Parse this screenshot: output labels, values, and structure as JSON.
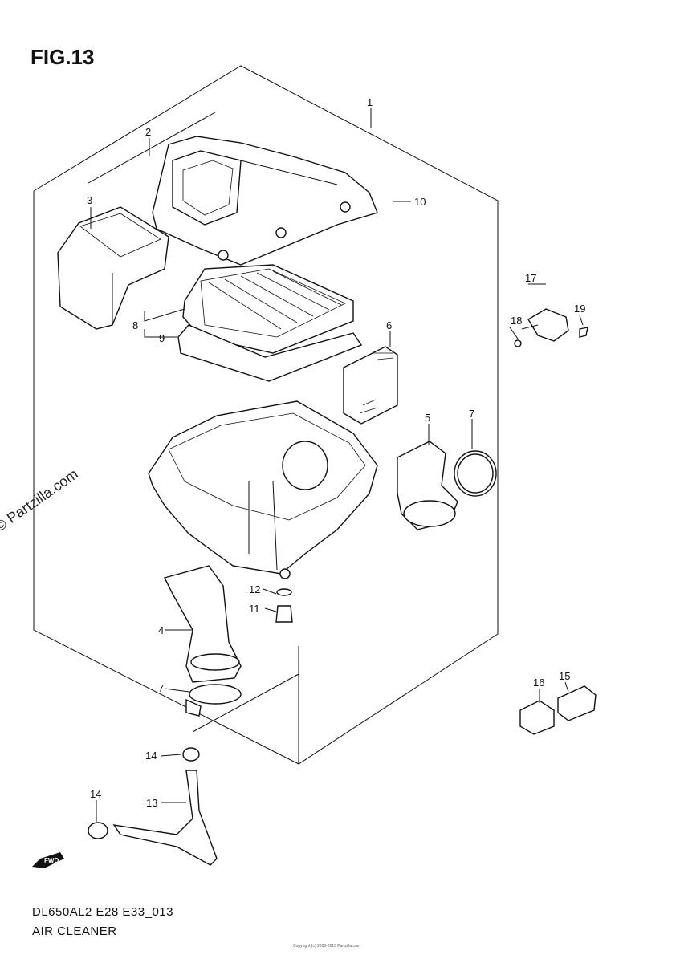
{
  "figure": {
    "title": "FIG.13"
  },
  "footer": {
    "model_code": "DL650AL2 E28 E33_013",
    "section_name": "AIR CLEANER",
    "copyright": "Copyright (c) 2003-2013 Partzilla.com"
  },
  "watermark": "© Partzilla.com",
  "fwd_label": "FWD",
  "callouts": [
    {
      "id": "c1",
      "label": "1"
    },
    {
      "id": "c2",
      "label": "2"
    },
    {
      "id": "c3",
      "label": "3"
    },
    {
      "id": "c4",
      "label": "4"
    },
    {
      "id": "c5",
      "label": "5"
    },
    {
      "id": "c6",
      "label": "6"
    },
    {
      "id": "c7a",
      "label": "7"
    },
    {
      "id": "c7b",
      "label": "7"
    },
    {
      "id": "c8",
      "label": "8"
    },
    {
      "id": "c9",
      "label": "9"
    },
    {
      "id": "c10",
      "label": "10"
    },
    {
      "id": "c11",
      "label": "11"
    },
    {
      "id": "c12",
      "label": "12"
    },
    {
      "id": "c13",
      "label": "13"
    },
    {
      "id": "c14a",
      "label": "14"
    },
    {
      "id": "c14b",
      "label": "14"
    },
    {
      "id": "c15",
      "label": "15"
    },
    {
      "id": "c16",
      "label": "16"
    },
    {
      "id": "c17",
      "label": "17"
    },
    {
      "id": "c18",
      "label": "18"
    },
    {
      "id": "c19",
      "label": "19"
    }
  ]
}
